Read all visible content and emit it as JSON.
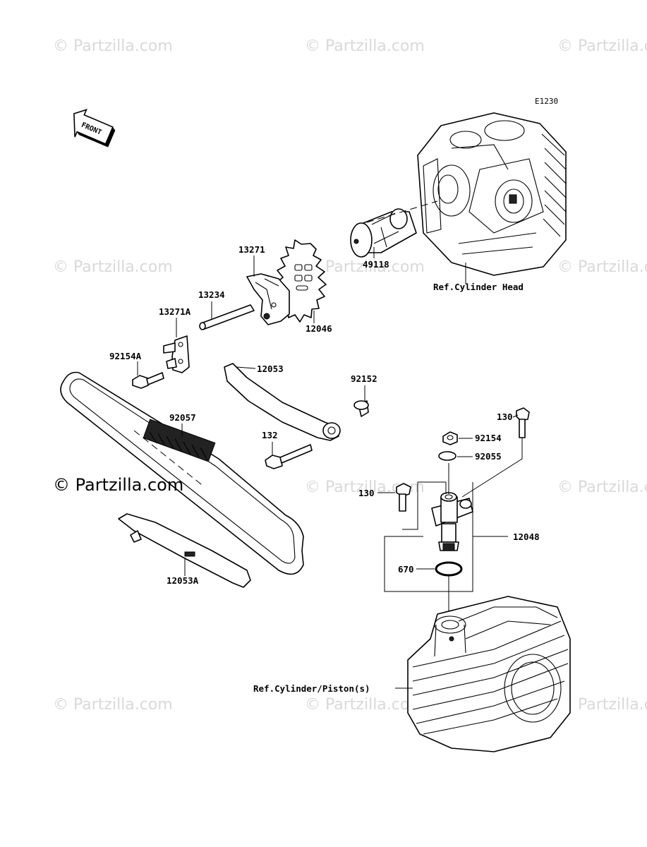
{
  "watermark": {
    "text": "© Partzilla.com",
    "repeat_text": "© Partzilla.com"
  },
  "diagram_code": "E1230",
  "front_arrow": {
    "label": "FRONT",
    "icon": "front-arrow-icon"
  },
  "references": {
    "cylinder_head": "Ref.Cylinder Head",
    "cylinder_piston": "Ref.Cylinder/Piston(s)"
  },
  "callouts": {
    "p13271": "13271",
    "p13234": "13234",
    "p13271A": "13271A",
    "p92154A": "92154A",
    "p12046": "12046",
    "p49118": "49118",
    "p12053": "12053",
    "p92152": "92152",
    "p92057": "92057",
    "p132": "132",
    "p12053A": "12053A",
    "p130_top": "130",
    "p92154": "92154",
    "p92055": "92055",
    "p130_mid": "130",
    "p12048": "12048",
    "p670": "670"
  }
}
